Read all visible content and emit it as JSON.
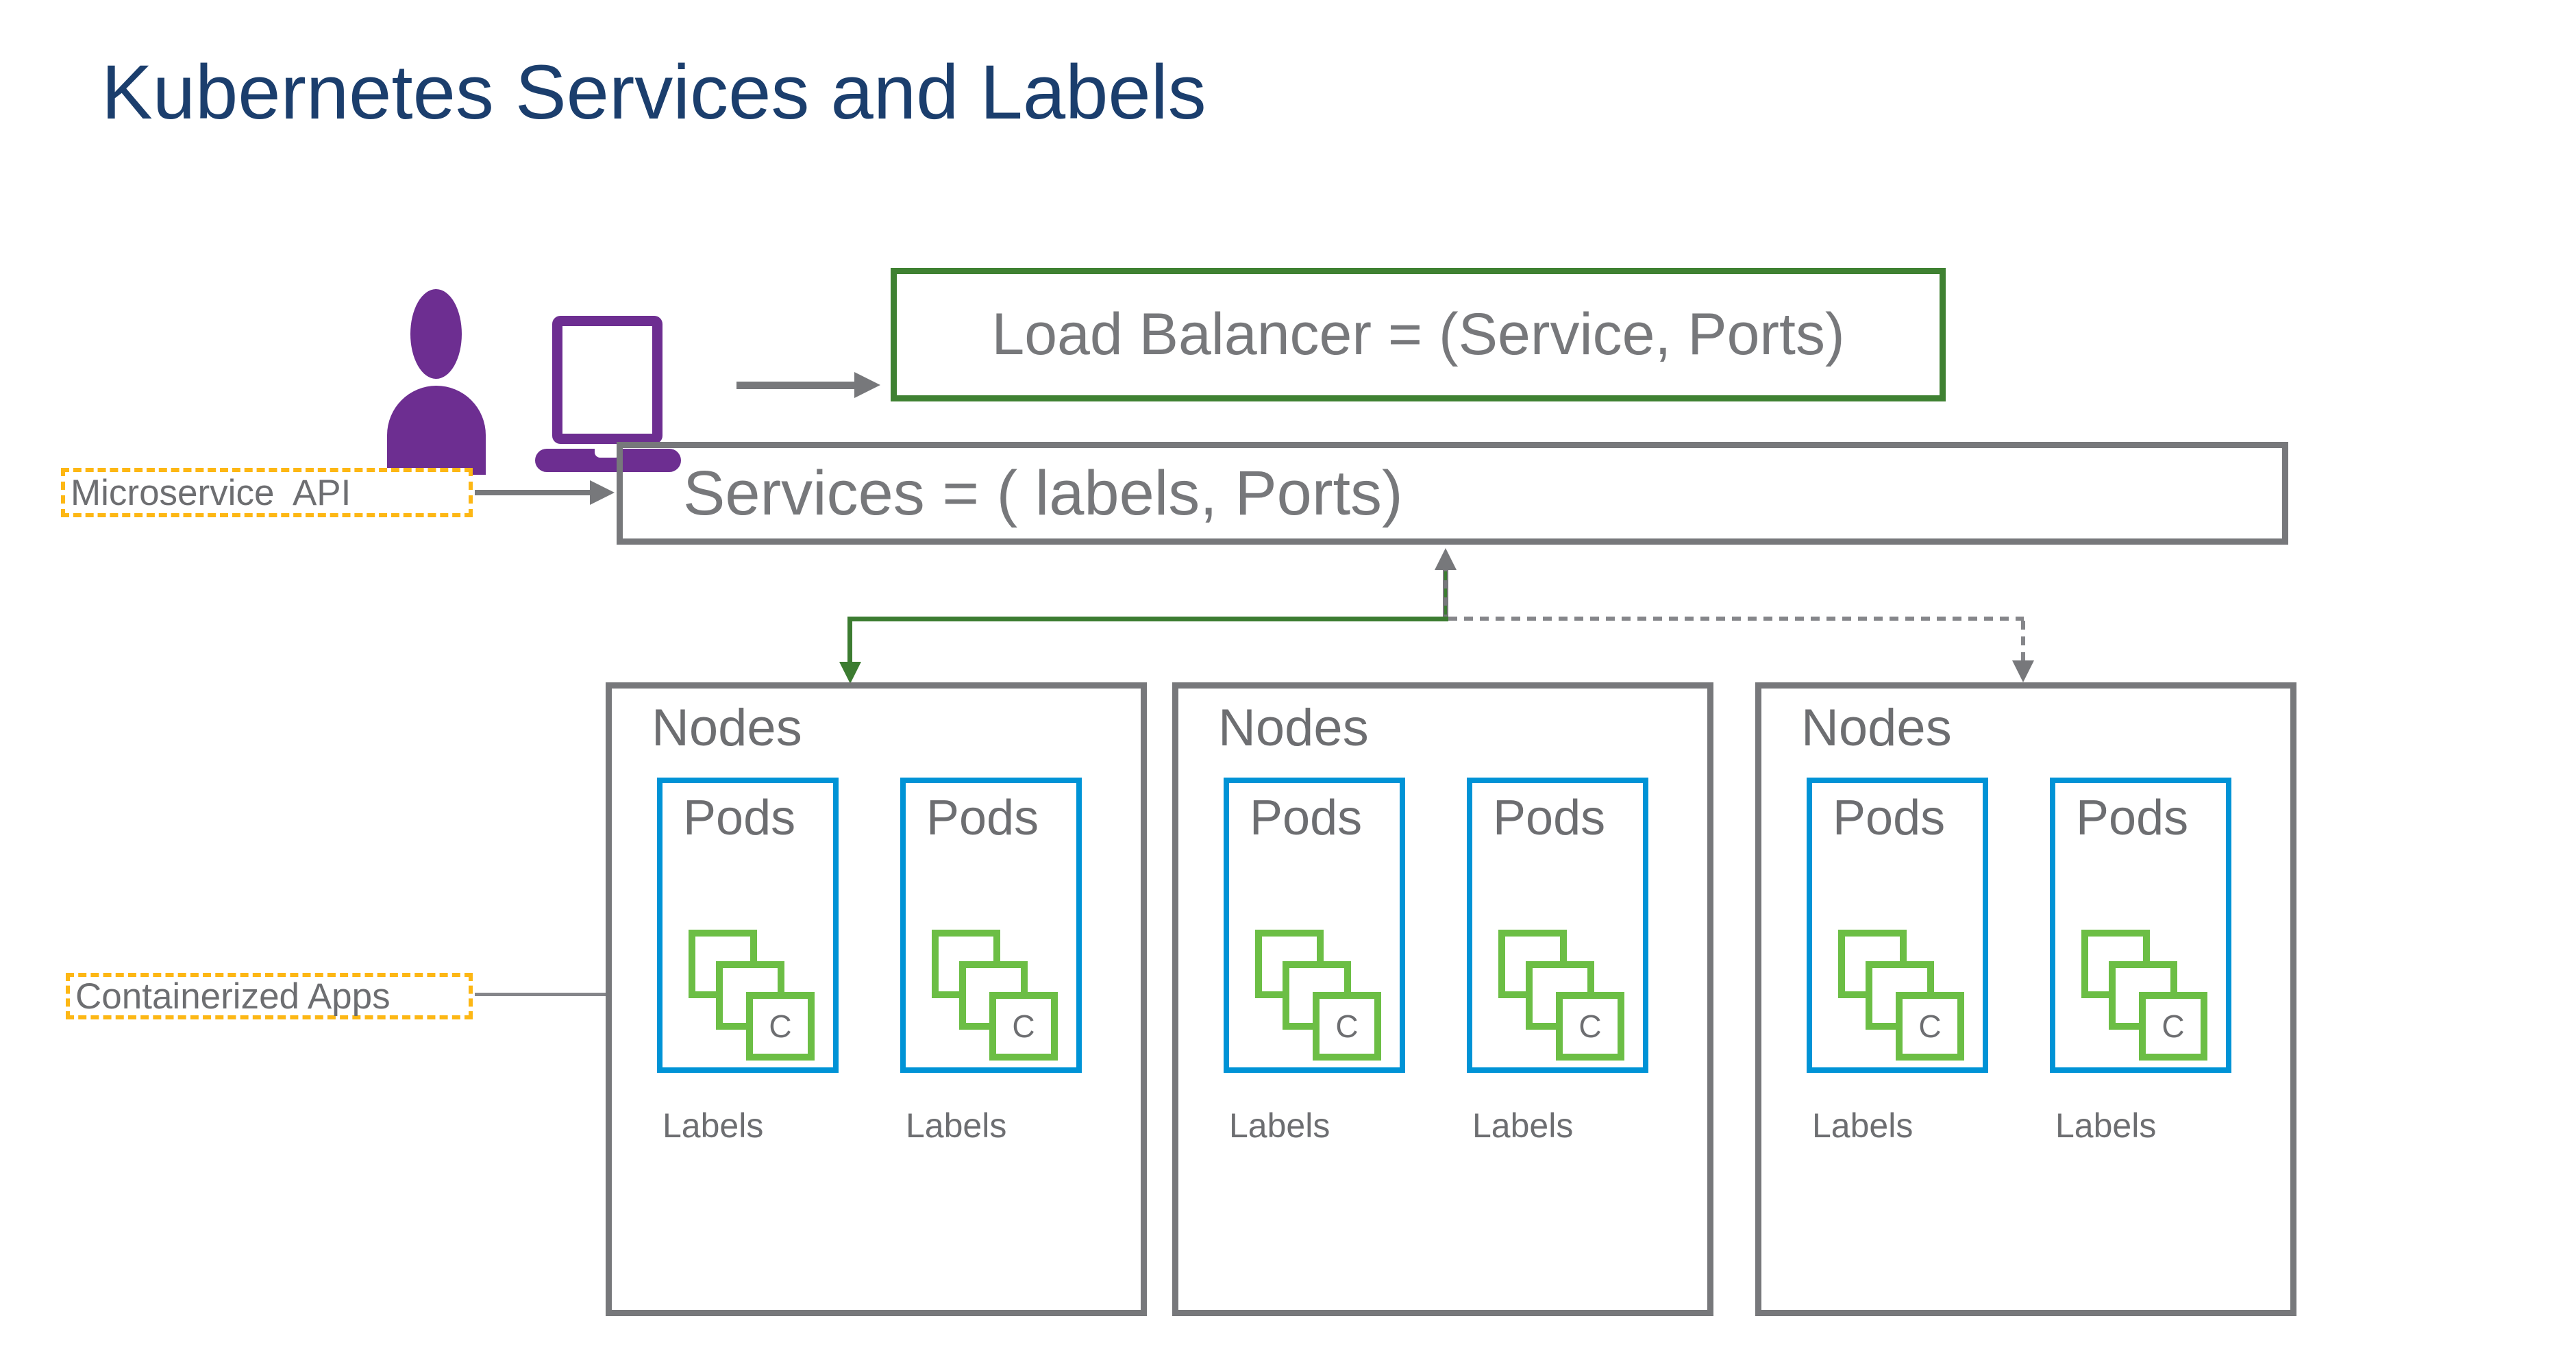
{
  "title": "Kubernetes Services and Labels",
  "labels": {
    "load_balancer": "Load Balancer = (Service, Ports)",
    "services": "Services = ( labels, Ports)",
    "microservice_api": "Microservice  API",
    "containerized_apps": "Containerized Apps"
  },
  "nodes": [
    {
      "title": "Nodes",
      "pods": [
        {
          "title": "Pods",
          "container_letter": "C",
          "label": "Labels"
        },
        {
          "title": "Pods",
          "container_letter": "C",
          "label": "Labels"
        }
      ]
    },
    {
      "title": "Nodes",
      "pods": [
        {
          "title": "Pods",
          "container_letter": "C",
          "label": "Labels"
        },
        {
          "title": "Pods",
          "container_letter": "C",
          "label": "Labels"
        }
      ]
    },
    {
      "title": "Nodes",
      "pods": [
        {
          "title": "Pods",
          "container_letter": "C",
          "label": "Labels"
        },
        {
          "title": "Pods",
          "container_letter": "C",
          "label": "Labels"
        }
      ]
    }
  ],
  "icons": {
    "user": "user-icon",
    "laptop": "laptop-icon"
  },
  "colors": {
    "title_navy": "#1b3e6d",
    "gray_text": "#6d6e71",
    "gray_border": "#77787b",
    "green_dark": "#3c7c31",
    "green_bright": "#6cbe45",
    "blue_pod": "#0093d6",
    "purple_icon": "#6d2e91",
    "yellow_dash": "#fdb714"
  }
}
